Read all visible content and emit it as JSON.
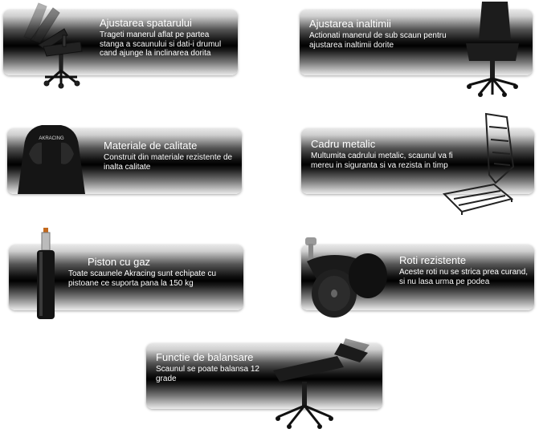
{
  "features": [
    {
      "title": "Ajustarea spatarului",
      "desc": "Trageti manerul aflat pe partea stanga a scaunului si dati-i drumul cand ajunge la inclinarea dorita",
      "icon": "reclining-chair-icon"
    },
    {
      "title": "Ajustarea inaltimii",
      "desc": "Actionati manerul de sub scaun pentru ajustarea inaltimii dorite",
      "icon": "office-chair-icon"
    },
    {
      "title": "Materiale de calitate",
      "desc": "Construit din materiale rezistente de inalta calitate",
      "icon": "seat-backrest-icon"
    },
    {
      "title": "Cadru metalic",
      "desc": "Multumita cadrului metalic, scaunul va fi mereu in siguranta si va rezista in timp",
      "icon": "metal-frame-icon"
    },
    {
      "title": "Piston cu gaz",
      "desc": "Toate scaunele Akracing sunt echipate cu pistoane ce suporta pana la 150 kg",
      "icon": "gas-piston-icon"
    },
    {
      "title": "Roti rezistente",
      "desc": "Aceste roti nu se strica prea curand, si nu lasa urma pe podea",
      "icon": "caster-wheel-icon"
    },
    {
      "title": "Functie de balansare",
      "desc": "Scaunul se poate balansa 12 grade",
      "icon": "rocking-chair-icon"
    }
  ],
  "brand_on_seat": "AKRACING"
}
